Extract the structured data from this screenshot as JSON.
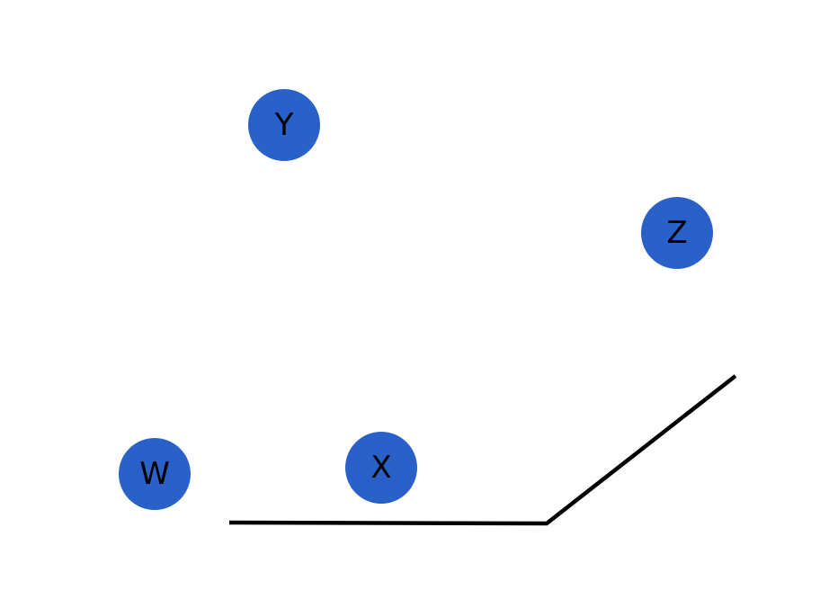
{
  "diagram": {
    "nodes": [
      {
        "id": "Y",
        "label": "Y"
      },
      {
        "id": "Z",
        "label": "Z"
      },
      {
        "id": "W",
        "label": "W"
      },
      {
        "id": "X",
        "label": "X"
      }
    ],
    "colors": {
      "node_fill": "#2961c8",
      "label": "#000000",
      "line": "#000000",
      "background": "#ffffff"
    }
  }
}
